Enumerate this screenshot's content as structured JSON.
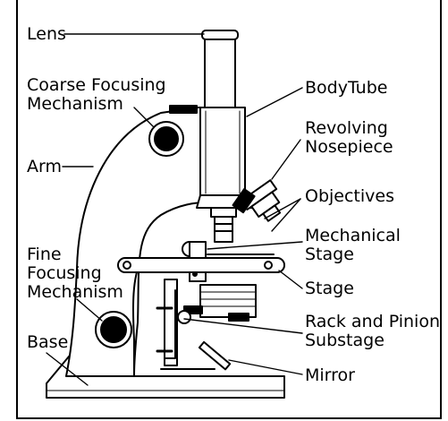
{
  "labels": {
    "lens": "Lens",
    "coarse_focusing": [
      "Coarse Focusing",
      "Mechanism"
    ],
    "arm": "Arm",
    "fine_focusing": [
      "Fine",
      "Focusing",
      "Mechanism"
    ],
    "base": "Base",
    "body_tube": "BodyTube",
    "revolving_nosepiece": [
      "Revolving",
      "Nosepiece"
    ],
    "objectives": "Objectives",
    "mechanical_stage": [
      "Mechanical",
      "Stage"
    ],
    "stage": "Stage",
    "rack_and_pinion_substage": [
      "Rack and Pinion",
      "Substage"
    ],
    "mirror": "Mirror"
  }
}
